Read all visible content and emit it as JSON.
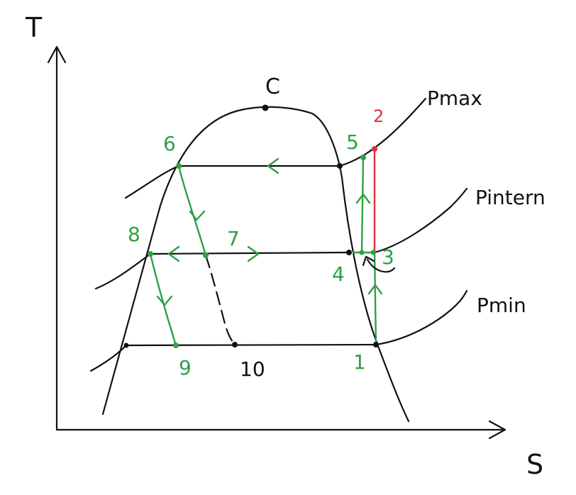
{
  "axes": {
    "y_label": "T",
    "x_label": "S"
  },
  "isobars": {
    "max": "Pmax",
    "intern": "Pintern",
    "min": "Pmin"
  },
  "critical_point": "C",
  "points": {
    "p1": "1",
    "p2": "2",
    "p3": "3",
    "p4": "4",
    "p5": "5",
    "p6": "6",
    "p7": "7",
    "p8": "8",
    "p9": "9",
    "p10": "10"
  },
  "colors": {
    "ink": "#111111",
    "cycle_green": "#2ea043",
    "highlight_red": "#e0303a"
  }
}
